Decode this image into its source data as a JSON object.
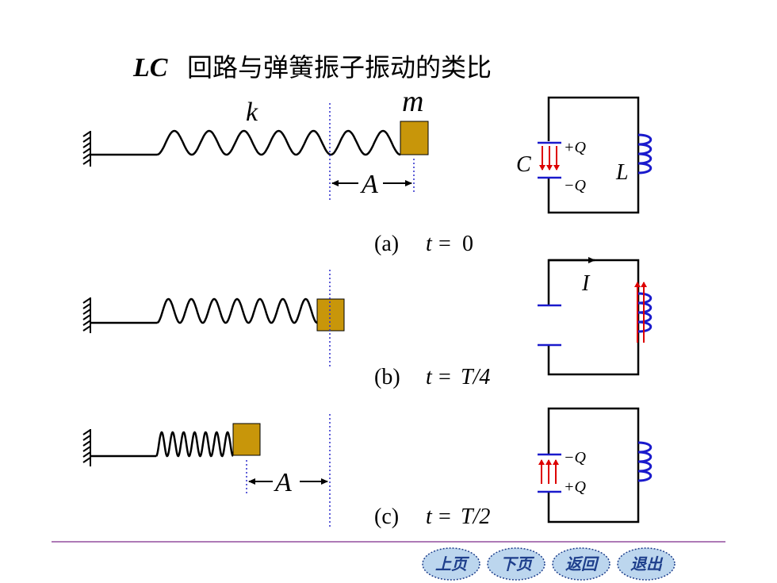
{
  "title": {
    "prefix": "LC",
    "text": "回路与弹簧振子振动的类比"
  },
  "labels": {
    "spring_constant": "k",
    "mass": "m",
    "amplitude": "A",
    "capacitor": "C",
    "inductor": "L",
    "current": "I",
    "plus_q": "+Q",
    "minus_q": "−Q"
  },
  "panels": [
    {
      "id": "a",
      "caption_tag": "(a)",
      "caption_t": "t",
      "caption_eq": "=",
      "caption_val": "0"
    },
    {
      "id": "b",
      "caption_tag": "(b)",
      "caption_t": "t",
      "caption_eq": "=",
      "caption_val": "T/4"
    },
    {
      "id": "c",
      "caption_tag": "(c)",
      "caption_t": "t",
      "caption_eq": "=",
      "caption_val": "T/2"
    }
  ],
  "nav": [
    {
      "label": "上页"
    },
    {
      "label": "下页"
    },
    {
      "label": "返回"
    },
    {
      "label": "退出"
    }
  ],
  "colors": {
    "block": "#c8960a",
    "coil": "#1a1acc",
    "arrow": "#dd0000",
    "dashed": "#2a2acc",
    "footer_line": "#7d2a8a",
    "nav_fill": "#bcd6ee",
    "nav_stroke": "#1e3f8c"
  }
}
